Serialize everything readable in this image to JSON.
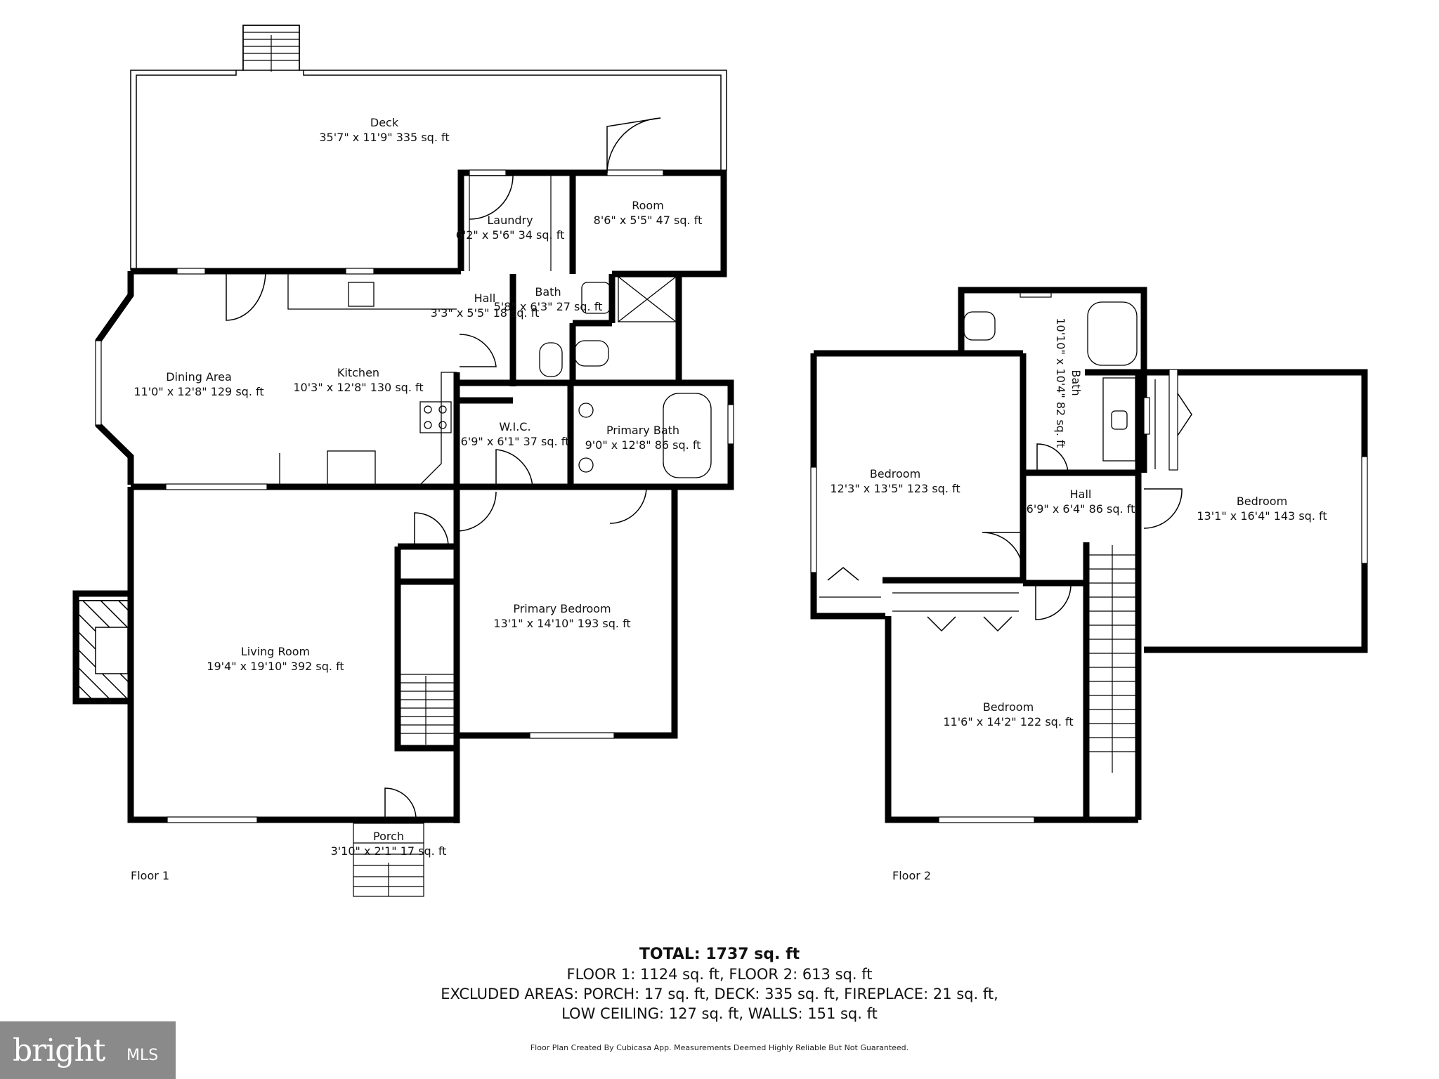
{
  "floors": [
    {
      "label": "Floor 1",
      "rooms": [
        {
          "name": "Deck",
          "dims": "35'7\" x 11'9\" 335 sq. ft"
        },
        {
          "name": "Laundry",
          "dims": "6'2\" x 5'6\" 34 sq. ft"
        },
        {
          "name": "Room",
          "dims": "8'6\" x 5'5\" 47 sq. ft"
        },
        {
          "name": "Hall",
          "dims": "3'3\" x 5'5\" 18 sq. ft"
        },
        {
          "name": "Bath",
          "dims": "5'8\" x 6'3\" 27 sq. ft"
        },
        {
          "name": "Dining Area",
          "dims": "11'0\" x 12'8\" 129 sq. ft"
        },
        {
          "name": "Kitchen",
          "dims": "10'3\" x 12'8\" 130 sq. ft"
        },
        {
          "name": "W.I.C.",
          "dims": "6'9\" x 6'1\" 37 sq. ft"
        },
        {
          "name": "Primary Bath",
          "dims": "9'0\" x 12'8\" 86 sq. ft"
        },
        {
          "name": "Primary Bedroom",
          "dims": "13'1\" x 14'10\" 193 sq. ft"
        },
        {
          "name": "Living Room",
          "dims": "19'4\" x 19'10\" 392 sq. ft"
        },
        {
          "name": "Porch",
          "dims": "3'10\" x 2'1\" 17 sq. ft"
        }
      ]
    },
    {
      "label": "Floor 2",
      "rooms": [
        {
          "name": "Bath",
          "dims": "10'10\" x 10'4\" 82 sq. ft"
        },
        {
          "name": "Bedroom",
          "dims": "12'3\" x 13'5\" 123 sq. ft"
        },
        {
          "name": "Hall",
          "dims": "6'9\" x 6'4\" 86 sq. ft"
        },
        {
          "name": "Bedroom",
          "dims": "13'1\" x 16'4\" 143 sq. ft"
        },
        {
          "name": "Bedroom",
          "dims": "11'6\" x 14'2\" 122 sq. ft"
        }
      ]
    }
  ],
  "totals": {
    "total": "TOTAL: 1737 sq. ft",
    "line1": "FLOOR 1: 1124 sq. ft, FLOOR 2: 613 sq. ft",
    "line2": "EXCLUDED AREAS: PORCH: 17 sq. ft, DECK: 335 sq. ft, FIREPLACE: 21 sq. ft,",
    "line3": "LOW CEILING: 127 sq. ft, WALLS: 151 sq. ft"
  },
  "disclaimer": "Floor Plan Created By Cubicasa App. Measurements Deemed Highly Reliable But Not Guaranteed.",
  "logo": {
    "brand": "bright",
    "suffix": "MLS"
  },
  "colors": {
    "wall": "#000000",
    "logo_bg": "#8a8a8a"
  }
}
